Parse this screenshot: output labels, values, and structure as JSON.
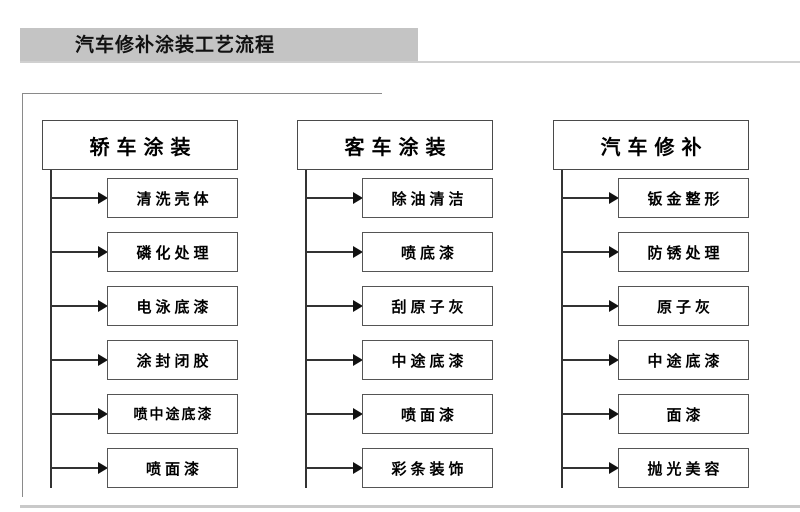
{
  "title": "汽车修补涂装工艺流程",
  "diagram": {
    "columns": [
      {
        "header": "轿车涂装",
        "steps": [
          "清洗壳体",
          "磷化处理",
          "电泳底漆",
          "涂封闭胶",
          "喷中途底漆",
          "喷面漆"
        ]
      },
      {
        "header": "客车涂装",
        "steps": [
          "除油清洁",
          "喷底漆",
          "刮原子灰",
          "中途底漆",
          "喷面漆",
          "彩条装饰"
        ]
      },
      {
        "header": "汽车修补",
        "steps": [
          "钣金整形",
          "防锈处理",
          "原子灰",
          "中途底漆",
          "面漆",
          "抛光美容"
        ]
      }
    ]
  },
  "colors": {
    "title_band": "#c4c4c4",
    "rule": "#d0d0d0",
    "box_border": "#555555",
    "connector": "#333333",
    "text": "#000000"
  }
}
